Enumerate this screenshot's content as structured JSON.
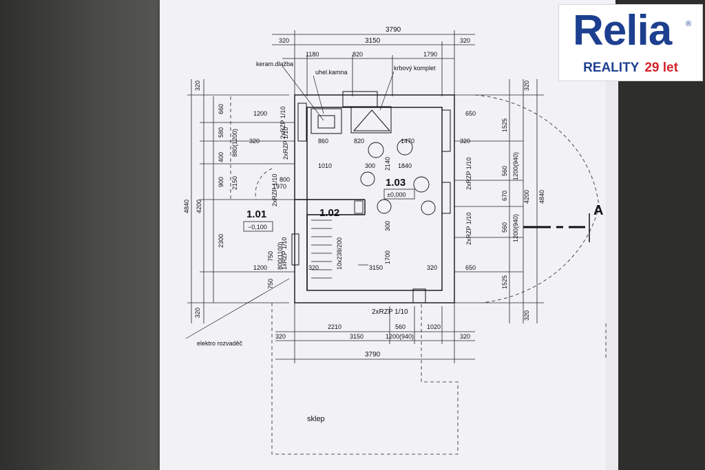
{
  "logo": {
    "brand": "Relia",
    "registered": "®",
    "subtitle": "REALITY",
    "years": "29 let"
  },
  "plan": {
    "dims_top": [
      "3790",
      "320",
      "3150",
      "320",
      "1180",
      "820",
      "1790"
    ],
    "labels_top": [
      "keram.dlažba",
      "uhel.kamna",
      "krbový komplet"
    ],
    "dims_left": [
      "320",
      "660",
      "580",
      "880(1200)",
      "400",
      "900",
      "2150",
      "2300",
      "750",
      "750",
      "320",
      "4200",
      "4840"
    ],
    "dims_right": [
      "320",
      "1525",
      "560",
      "670",
      "560",
      "1200(940)",
      "1200(940)",
      "1525",
      "320",
      "4200",
      "4840"
    ],
    "dims_inner": [
      "1200",
      "320",
      "860",
      "820",
      "1470",
      "650",
      "320",
      "1010",
      "300",
      "1840",
      "800",
      "1970",
      "2140",
      "1200",
      "320",
      "3150",
      "320",
      "650",
      "300",
      "1700",
      "10x238/200",
      "800(1100)"
    ],
    "rzp": [
      "2xRZP 1/10",
      "2xRZP 1/10",
      "2xRZP 1/10",
      "2xRZP 1/10",
      "2xRZP 1/10",
      "1xRZP 1/10",
      "2xRZP 1/10"
    ],
    "rooms": [
      {
        "number": "1.01",
        "level": "−0,100"
      },
      {
        "number": "1.02",
        "level": ""
      },
      {
        "number": "1.03",
        "level": "±0,000"
      }
    ],
    "dims_bottom": [
      "2210",
      "560",
      "1020",
      "320",
      "3150",
      "1200(940)",
      "320",
      "3790"
    ],
    "section_mark": "A",
    "elektro": "elektro rozvaděč",
    "sklep": "sklep"
  }
}
